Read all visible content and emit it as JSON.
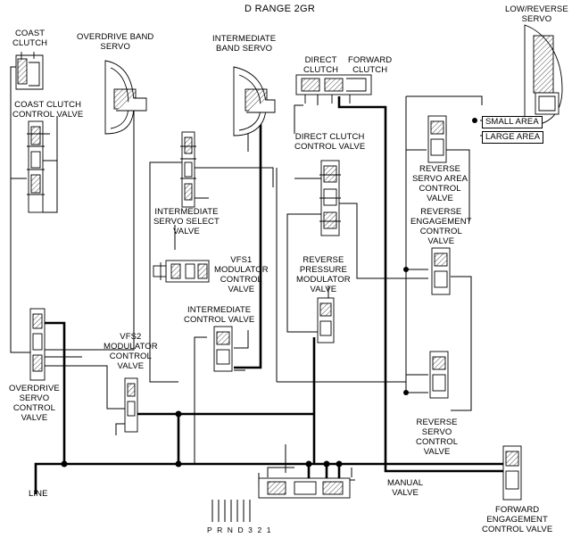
{
  "diagram": {
    "title": "D RANGE 2GR",
    "labels": {
      "coast_clutch": [
        "COAST",
        "CLUTCH"
      ],
      "overdrive_band_servo": [
        "OVERDRIVE BAND",
        "SERVO"
      ],
      "intermediate_band_servo": [
        "INTERMEDIATE",
        "BAND SERVO"
      ],
      "direct_clutch": [
        "DIRECT",
        "CLUTCH"
      ],
      "forward_clutch": [
        "FORWARD",
        "CLUTCH"
      ],
      "low_reverse_servo": [
        "LOW/REVERSE",
        "SERVO"
      ],
      "small_area": "SMALL AREA",
      "large_area": "LARGE AREA",
      "coast_clutch_control_valve": [
        "COAST CLUTCH",
        "CONTROL VALVE"
      ],
      "direct_clutch_control_valve": [
        "DIRECT CLUTCH",
        "CONTROL VALVE"
      ],
      "reverse_servo_area_control_valve": [
        "REVERSE",
        "SERVO AREA",
        "CONTROL",
        "VALVE"
      ],
      "reverse_engagement_control_valve": [
        "REVERSE",
        "ENGAGEMENT",
        "CONTROL",
        "VALVE"
      ],
      "intermediate_servo_select_valve": [
        "INTERMEDIATE",
        "SERVO SELECT",
        "VALVE"
      ],
      "vfs1_modulator_control_valve": [
        "VFS1",
        "MODULATOR",
        "CONTROL",
        "VALVE"
      ],
      "reverse_pressure_modulator_valve": [
        "REVERSE",
        "PRESSURE",
        "MODULATOR",
        "VALVE"
      ],
      "intermediate_control_valve": [
        "INTERMEDIATE",
        "CONTROL VALVE"
      ],
      "vfs2_modulator_control_valve": [
        "VFS2",
        "MODULATOR",
        "CONTROL",
        "VALVE"
      ],
      "overdrive_servo_control_valve": [
        "OVERDRIVE",
        "SERVO",
        "CONTROL",
        "VALVE"
      ],
      "reverse_servo_control_valve": [
        "REVERSE",
        "SERVO",
        "CONTROL",
        "VALVE"
      ],
      "line": "LINE",
      "manual_valve": [
        "MANUAL",
        "VALVE"
      ],
      "prnd321": "P R N D 3 2 1",
      "forward_engagement_control_valve": [
        "FORWARD",
        "ENGAGEMENT",
        "CONTROL VALVE"
      ]
    }
  }
}
